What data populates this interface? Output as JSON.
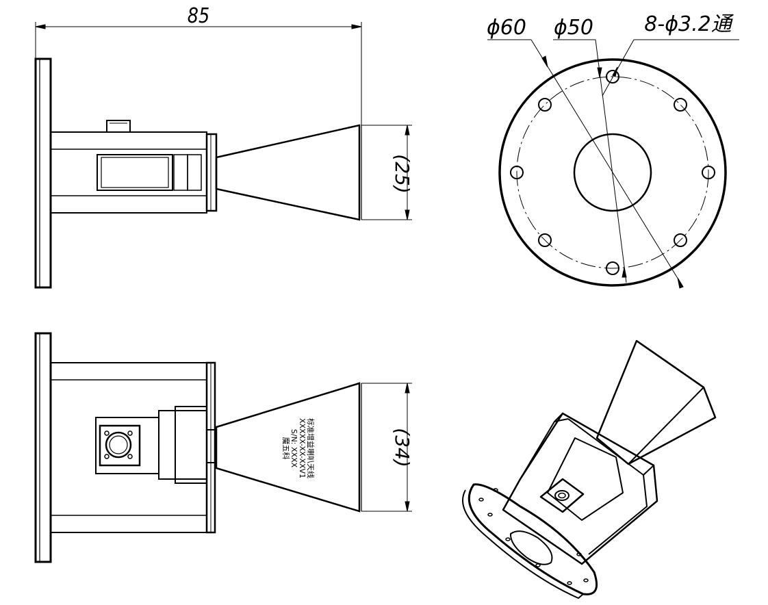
{
  "drawing": {
    "side_view": {
      "overall_length_dim": "85",
      "aperture_dim": "(25)"
    },
    "front_view": {
      "outer_diameter_dim": "ϕ60",
      "bolt_circle_dim": "ϕ50",
      "holes_dim": "8-ϕ3.2通"
    },
    "top_view": {
      "aperture_dim": "(34)",
      "nameplate": {
        "line1": "标准增益喇叭天线",
        "line2": "XXXXX-XX-XXV1",
        "line3": "S/N: XXXX",
        "line4": "魔五科"
      }
    }
  }
}
